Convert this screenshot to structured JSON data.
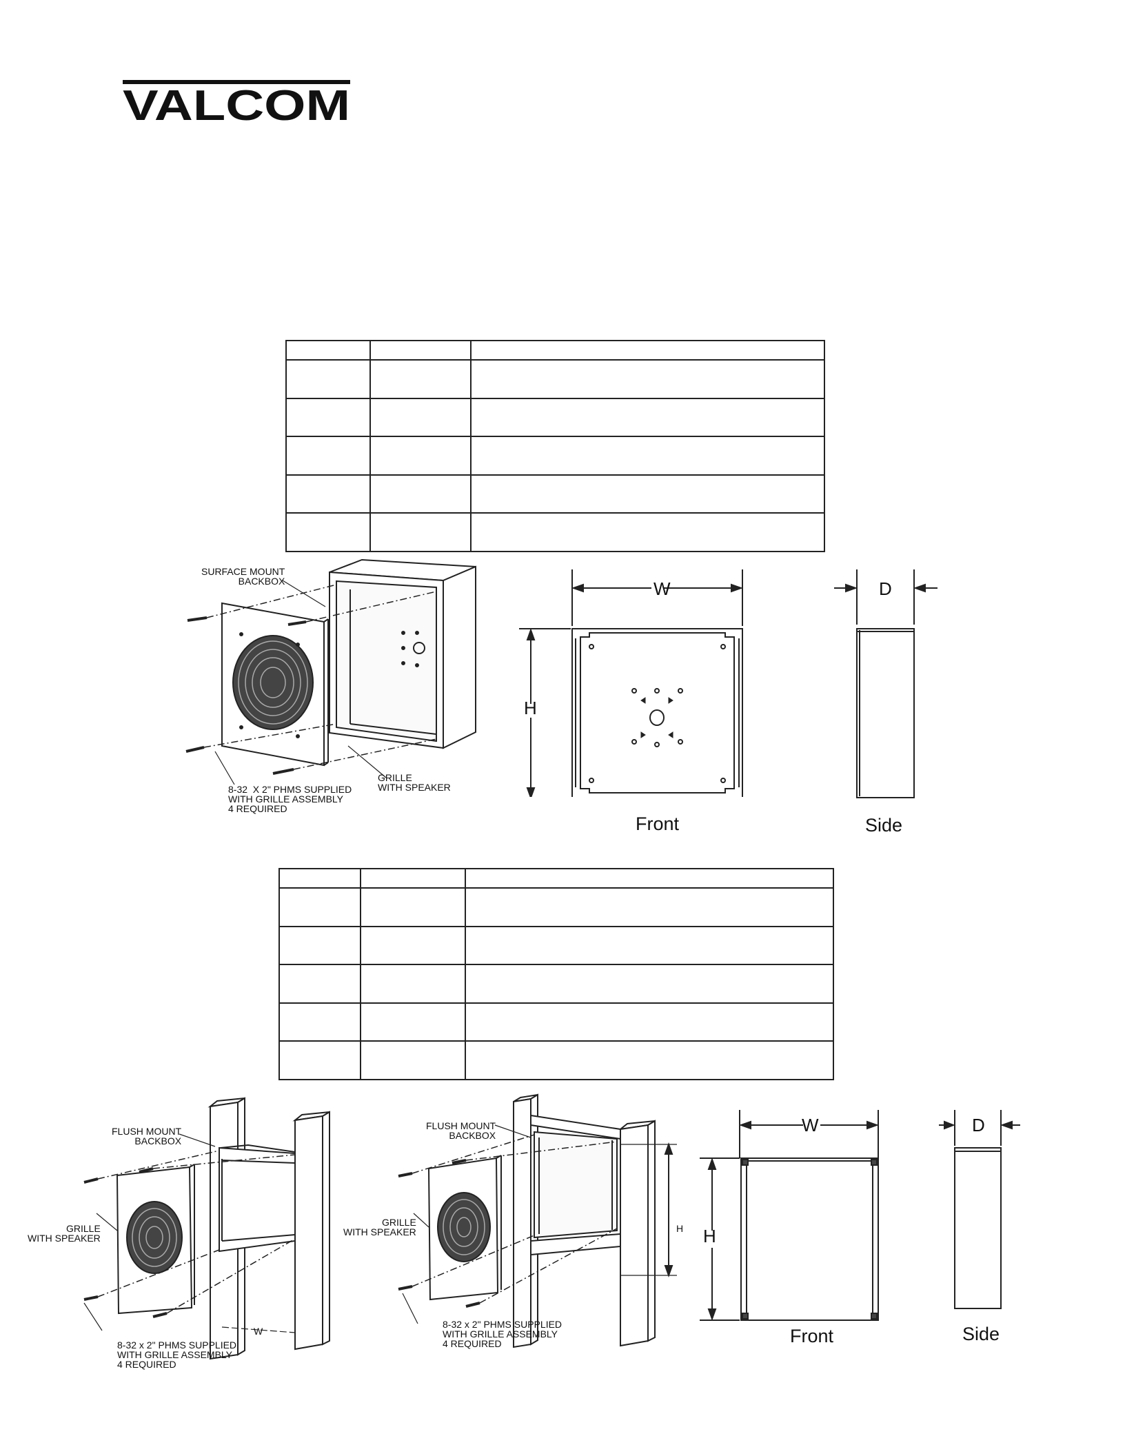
{
  "logo": {
    "text": "VALCOM",
    "color": "#111111"
  },
  "surface": {
    "table": {
      "rows": 5
    },
    "callouts": {
      "backbox": "SURFACE MOUNT\nBACKBOX",
      "grille": "GRILLE\nWITH SPEAKER",
      "screws": "8-32  X 2\" PHMS SUPPLIED\nWITH GRILLE ASSEMBLY\n4 REQUIRED"
    },
    "dims": {
      "w": "W",
      "h": "H",
      "d": "D"
    },
    "captions": {
      "front": "Front",
      "side": "Side"
    }
  },
  "flush": {
    "table": {
      "rows": 5
    },
    "left_callouts": {
      "backbox": "FLUSH MOUNT\nBACKBOX",
      "grille": "GRILLE\nWITH SPEAKER",
      "screws": "8-32 x 2\" PHMS SUPPLIED\nWITH GRILLE ASSEMBLY\n4 REQUIRED",
      "w": "W"
    },
    "mid_callouts": {
      "backbox": "FLUSH MOUNT\nBACKBOX",
      "grille": "GRILLE\nWITH SPEAKER",
      "screws": "8-32 x 2\" PHMS SUPPLIED\nWITH GRILLE ASSEMBLY\n4 REQUIRED",
      "h": "H"
    },
    "dims": {
      "w": "W",
      "h": "H",
      "d": "D"
    },
    "captions": {
      "front": "Front",
      "side": "Side"
    }
  }
}
